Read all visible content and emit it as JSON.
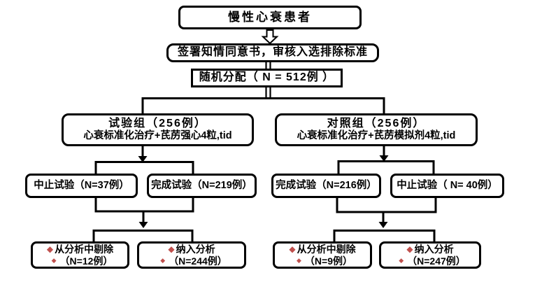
{
  "diagram": {
    "type": "flowchart",
    "background": "#ffffff",
    "line_color": "#000000",
    "bullet_color": "#c0504d",
    "bullet": "◆",
    "nodes": {
      "patients": {
        "label": "慢性心衰患者"
      },
      "consent": {
        "label": "签署知情同意书，审核入选排除标准"
      },
      "randomize": {
        "label": "随机分配（ N = 512例 ）"
      },
      "trial_group": {
        "line1": "试验组（256例）",
        "line2": "心衰标准化治疗+芪苈强心4粒,tid"
      },
      "control_group": {
        "line1": "对照组（256例）",
        "line2": "心衰标准化治疗+芪苈模拟剂4粒,tid"
      },
      "trial_discontinued": {
        "label": "中止试验（N=37例）"
      },
      "trial_completed": {
        "label": "完成试验（N=219例）"
      },
      "control_completed": {
        "label": "完成试验（N=216例）"
      },
      "control_discontinued": {
        "label": "中止试验（ N= 40例）"
      },
      "trial_excluded": {
        "line1": "从分析中剔除",
        "line2": "（N=12例）"
      },
      "trial_analyzed": {
        "line1": "纳入分析",
        "line2": "（N=244例）"
      },
      "control_excluded": {
        "line1": "从分析中剔除",
        "line2": "（N=9例）"
      },
      "control_analyzed": {
        "line1": "纳入分析",
        "line2": "（N=247例）"
      }
    }
  }
}
